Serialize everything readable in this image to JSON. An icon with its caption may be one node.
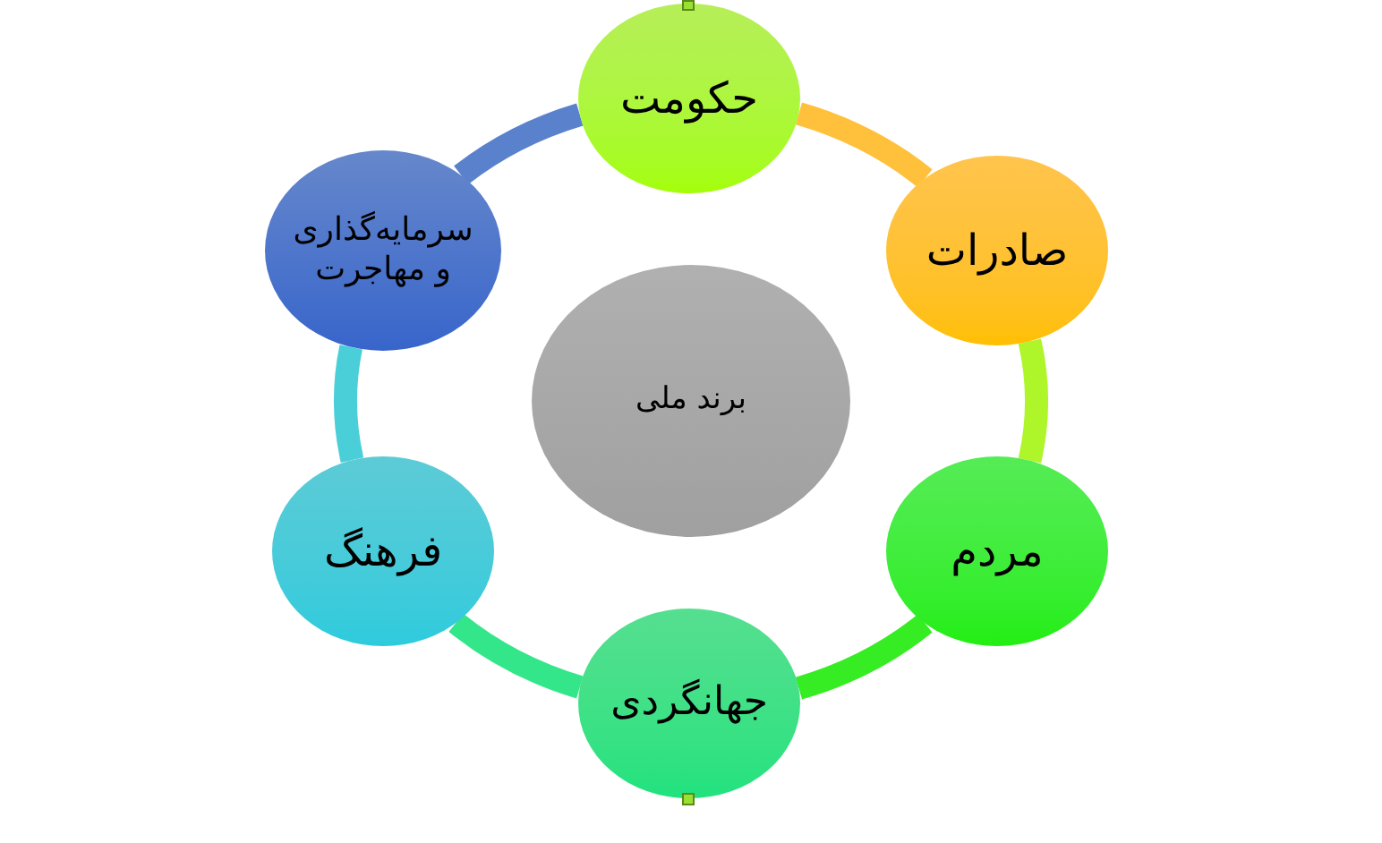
{
  "diagram": {
    "nodes": [
      {
        "text": [
          "حکومت"
        ]
      },
      {
        "text": [
          "صادرات"
        ]
      },
      {
        "text": [
          "مردم"
        ]
      },
      {
        "text": [
          "جهانگردی"
        ]
      },
      {
        "text": [
          "فرهنگ"
        ]
      },
      {
        "text": [
          "سرمایه‌گذاری و مهاجرت"
        ]
      },
      {
        "text": [
          "برند ملی"
        ]
      }
    ],
    "edges": [
      {
        "from": 0,
        "to": 1,
        "arrow": "none",
        "color": "#ffc13c"
      },
      {
        "from": 1,
        "to": 2,
        "arrow": "none",
        "color": "#aef52a"
      },
      {
        "from": 2,
        "to": 3,
        "arrow": "none",
        "color": "#36ec22"
      },
      {
        "from": 3,
        "to": 4,
        "arrow": "none",
        "color": "#33e68a"
      },
      {
        "from": 4,
        "to": 5,
        "arrow": "none",
        "color": "#4acfd9"
      },
      {
        "from": 5,
        "to": 0,
        "arrow": "none",
        "color": "#5a82cc"
      }
    ]
  }
}
